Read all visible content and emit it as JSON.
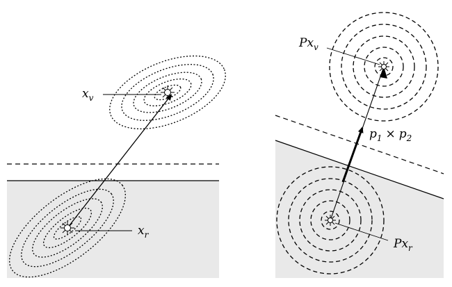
{
  "left_panel": {
    "label_xv": {
      "main": "x",
      "sub": "v"
    },
    "label_xr": {
      "main": "x",
      "sub": "r"
    }
  },
  "right_panel": {
    "label_pxv": {
      "main": "Px",
      "sub": "v"
    },
    "label_pxr": {
      "main": "Px",
      "sub": "r"
    },
    "label_product": {
      "p1": "p",
      "p1_sub": "1",
      "times": "×",
      "p2": "p",
      "p2_sub": "2"
    }
  },
  "colors": {
    "region_fill": "#e9e9e9",
    "stroke": "#000000"
  }
}
